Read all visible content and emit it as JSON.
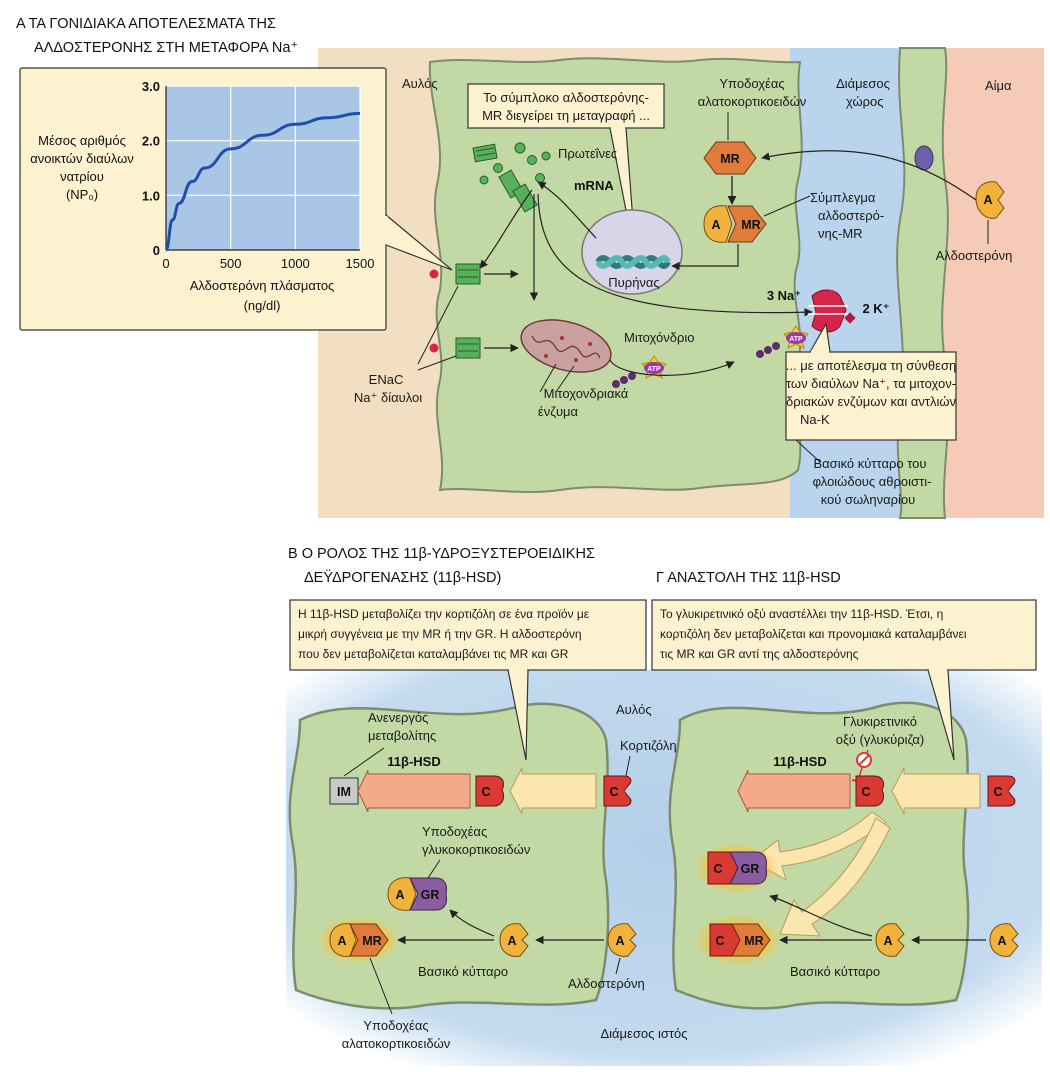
{
  "panelA": {
    "title_line1": "Α ΤΑ ΓΟΝΙΔΙΑΚΑ ΑΠΟΤΕΛΕΣΜΑΤΑ ΤΗΣ",
    "title_line2": "ΑΛΔΟΣΤΕΡΟΝΗΣ ΣΤΗ ΜΕΤΑΦΟΡΑ Na⁺",
    "lumen": "Αυλός",
    "blood": "Αίμα",
    "interstitial_line1": "Διάμεσος",
    "interstitial_line2": "χώρος",
    "receptor_line1": "Υποδοχέας",
    "receptor_line2": "αλατοκορτικοειδών",
    "complex_line1": "Σύμπλεγμα",
    "complex_line2": "αλδοστερό-",
    "complex_line3": "νης-MR",
    "aldosterone": "Αλδοστερόνη",
    "callout_top_line1": "Το σύμπλοκο αλδοστερόνης-",
    "callout_top_line2": "MR διεγείρει τη μεταγραφή ...",
    "proteins": "Πρωτεΐνες",
    "mrna": "mRNA",
    "nucleus": "Πυρήνας",
    "mitochondrion": "Μιτοχόνδριο",
    "mito_enzymes_line1": "Μιτοχονδριακά",
    "mito_enzymes_line2": "ένζυμα",
    "enac_line1": "ENaC",
    "enac_line2": "Na⁺ δίαυλοι",
    "na3": "3 Na⁺",
    "k2": "2 K⁺",
    "atp": "ATP",
    "mr": "MR",
    "a": "A",
    "callout_bottom_line1": "... με αποτέλεσμα τη σύνθεση",
    "callout_bottom_line2": "των διαύλων Na⁺, τα μιτοχον-",
    "callout_bottom_line3": "δριακών ενζύμων και αντλιών",
    "callout_bottom_line4": "Na-K",
    "cell_line1": "Βασικό κύτταρο του",
    "cell_line2": "φλοιώδους αθροιστι-",
    "cell_line3": "κού σωληναρίου"
  },
  "chart_data": {
    "type": "line",
    "x": [
      0,
      50,
      100,
      200,
      300,
      500,
      750,
      1000,
      1250,
      1500
    ],
    "y": [
      0,
      0.55,
      0.85,
      1.25,
      1.5,
      1.85,
      2.1,
      2.3,
      2.42,
      2.5
    ],
    "xlabel_line1": "Αλδοστερόνη πλάσματος",
    "xlabel_line2": "(ng/dl)",
    "ylabel_line1": "Μέσος αριθμός",
    "ylabel_line2": "ανοικτών διαύλων",
    "ylabel_line3": "νατρίου",
    "ylabel_line4": "(NP₀)",
    "xlim": [
      0,
      1500
    ],
    "ylim": [
      0,
      3
    ],
    "xticks": [
      "0",
      "500",
      "1000",
      "1500"
    ],
    "yticks": [
      "0",
      "1.0",
      "2.0",
      "3.0"
    ],
    "grid": true,
    "line_color": "#1f4fa8"
  },
  "panelB": {
    "title_line1": "Β Ο ΡΟΛΟΣ ΤΗΣ 11β-ΥΔΡΟΞΥΣΤΕΡΟΕΙΔΙΚΗΣ",
    "title_line2": "ΔΕΫΔΡΟΓΕΝΑΣΗΣ (11β-HSD)",
    "callout_line1": "Η 11β-HSD μεταβολίζει την κορτιζόλη σε ένα προϊόν με",
    "callout_line2": "μικρή συγγένεια με την MR ή την GR. Η αλδοστερόνη",
    "callout_line3": "που δεν μεταβολίζεται καταλαμβάνει τις MR και GR",
    "inactive_line1": "Ανενεργός",
    "inactive_line2": "μεταβολίτης",
    "cortisol": "Κορτιζόλη",
    "hsd": "11β-HSD",
    "im": "IM",
    "c": "C",
    "gr_receptor_line1": "Υποδοχέας",
    "gr_receptor_line2": "γλυκοκορτικοειδών",
    "gr": "GR",
    "mr": "MR",
    "a": "A",
    "basal_cell": "Βασικό κύτταρο",
    "aldosterone": "Αλδοστερόνη",
    "mr_receptor_line1": "Υποδοχέας",
    "mr_receptor_line2": "αλατοκορτικοειδών",
    "lumen": "Αυλός",
    "interstitium": "Διάμεσος ιστός"
  },
  "panelC": {
    "title": "Γ ΑΝΑΣΤΟΛΗ ΤΗΣ 11β-HSD",
    "callout_line1": "Το γλυκιρετινικό οξύ αναστέλλει την 11β-HSD. Έτσι, η",
    "callout_line2": "κορτιζόλη δεν μεταβολίζεται και προνομιακά καταλαμβάνει",
    "callout_line3": "τις MR και GR αντί της αλδοστερόνης",
    "acid_line1": "Γλυκιρετινικό",
    "acid_line2": "οξύ (γλυκύριζα)",
    "hsd": "11β-HSD",
    "basal_cell": "Βασικό κύτταρο",
    "c": "C",
    "gr": "GR",
    "mr": "MR",
    "a": "A"
  },
  "colors": {
    "lumen_bg": "#f2dec0",
    "cell_fill": "#c2d9a5",
    "cell_stroke": "#7e8b6f",
    "interstitial_bg": "#b9d4ec",
    "blood_bg": "#f5cbb8",
    "callout_bg": "#fdf2d0",
    "mr_orange": "#e07b39",
    "aldo_yellow": "#f1b23c",
    "cortisol_red": "#d93a34",
    "gr_purple": "#8b5da0",
    "hsd_arrow": "#f3a98a",
    "pale_arrow": "#fbe6b0"
  }
}
